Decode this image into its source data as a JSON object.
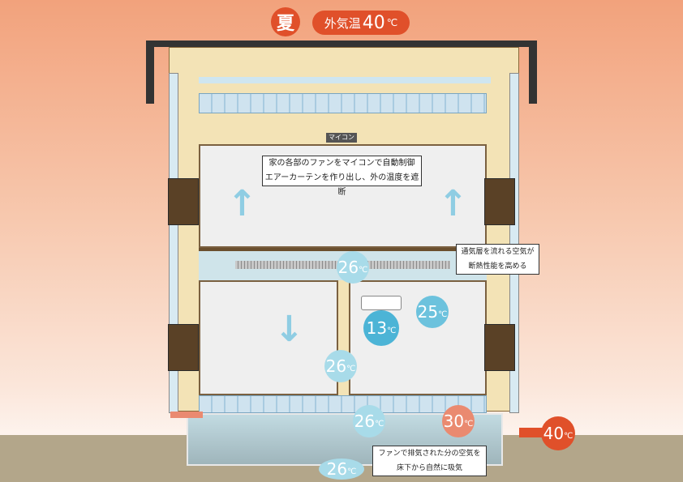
{
  "header": {
    "season": "夏",
    "outside_label": "外気温",
    "outside_temp": "40",
    "unit": "℃"
  },
  "labels": {
    "microcontroller": "マイコン",
    "note1_line1": "家の各部のファンをマイコンで自動制御",
    "note1_line2": "エアーカーテンを作り出し、外の温度を遮断",
    "note2_line1": "通気層を流れる空気が",
    "note2_line2": "断熱性能を高める",
    "note3_line1": "ファンで排気された分の空気を",
    "note3_line2": "床下から自然に吸気"
  },
  "temps": {
    "attic_duct": "26",
    "ac": "13",
    "fans": "25",
    "stair": "26",
    "underfloor": "26",
    "crawl_edge": "30",
    "outside": "40",
    "ground_intake": "26",
    "unit": "℃"
  },
  "colors": {
    "red": "#e0502a",
    "salmon": "#ea8a70",
    "blue": "#8fcde3"
  }
}
